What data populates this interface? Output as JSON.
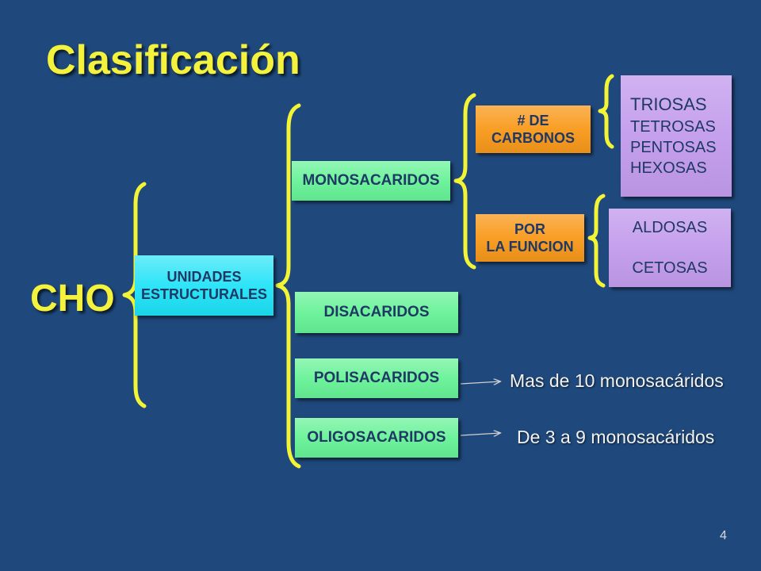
{
  "slide": {
    "title": "Clasificación",
    "page_number": "4"
  },
  "diagram": {
    "root": "CHO",
    "structural_units": [
      "UNIDADES",
      "ESTRUCTURALES"
    ],
    "classes": [
      "MONOSACARIDOS",
      "DISACARIDOS",
      "POLISACARIDOS",
      "OLIGOSACARIDOS"
    ],
    "monosaccharide_criteria": {
      "by_carbons": {
        "label": [
          "# DE",
          "CARBONOS"
        ],
        "types": [
          "TRIOSAS",
          "TETROSAS",
          "PENTOSAS",
          "HEXOSAS"
        ]
      },
      "by_function": {
        "label": [
          "POR",
          "LA FUNCION"
        ],
        "types": [
          "ALDOSAS",
          "CETOSAS"
        ]
      }
    },
    "notes": {
      "polisacaridos": "Mas de 10 monosacáridos",
      "oligosacaridos": "De 3 a 9 monosacáridos"
    }
  },
  "colors": {
    "background": "#1F497D",
    "title": "#F4F23C",
    "brace": "#F4F436",
    "structural_box": "#1DE2F7",
    "class_box": "#66F296",
    "criteria_box": "#F99A1C",
    "types_box": "#C39CEC",
    "box_text": "#1F3864",
    "note_text": "#F2F2F2",
    "arrow": "#D0D0D0"
  }
}
